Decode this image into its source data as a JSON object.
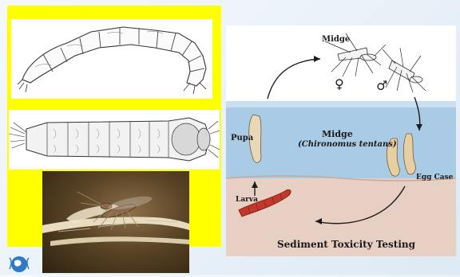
{
  "diagram": {
    "labels": {
      "midge_top": "Midge",
      "female_symbol": "♀",
      "male_symbol": "♂",
      "midge_center": "Midge",
      "species": "(Chironomus tentans)",
      "pupa": "Pupa",
      "egg_case": "Egg Case",
      "larva": "Larva",
      "caption": "Sediment Toxicity Testing"
    },
    "colors": {
      "water": "#a9cbe6",
      "sediment": "#e8cfc4",
      "frame_yellow": "#ffff00",
      "larva": "#c0392b"
    }
  }
}
